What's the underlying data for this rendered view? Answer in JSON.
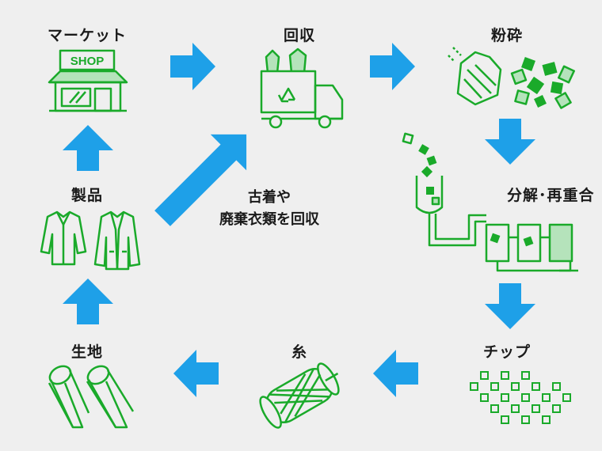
{
  "colors": {
    "arrow": "#1ea0e8",
    "green": "#1aaa2a",
    "dark_green": "#119a1c",
    "light_green": "#b5e3bb",
    "background": "#efefef"
  },
  "steps": {
    "market": {
      "label": "マーケット",
      "shop_sign": "SHOP",
      "icon": "shop-icon"
    },
    "collection": {
      "label": "回収",
      "icon": "recycle-truck-icon"
    },
    "crushing": {
      "label": "粉砕",
      "icon": "crushed-clothes-icon"
    },
    "decomposition": {
      "label": "分解･再重合",
      "icon": "chemical-plant-icon"
    },
    "chips": {
      "label": "チップ",
      "icon": "chips-icon"
    },
    "yarn": {
      "label": "糸",
      "icon": "yarn-spool-icon"
    },
    "fabric": {
      "label": "生地",
      "icon": "fabric-roll-icon"
    },
    "products": {
      "label": "製品",
      "icon": "clothing-icon"
    }
  },
  "center": {
    "line1": "古着や",
    "line2": "廃棄衣類を回収"
  }
}
